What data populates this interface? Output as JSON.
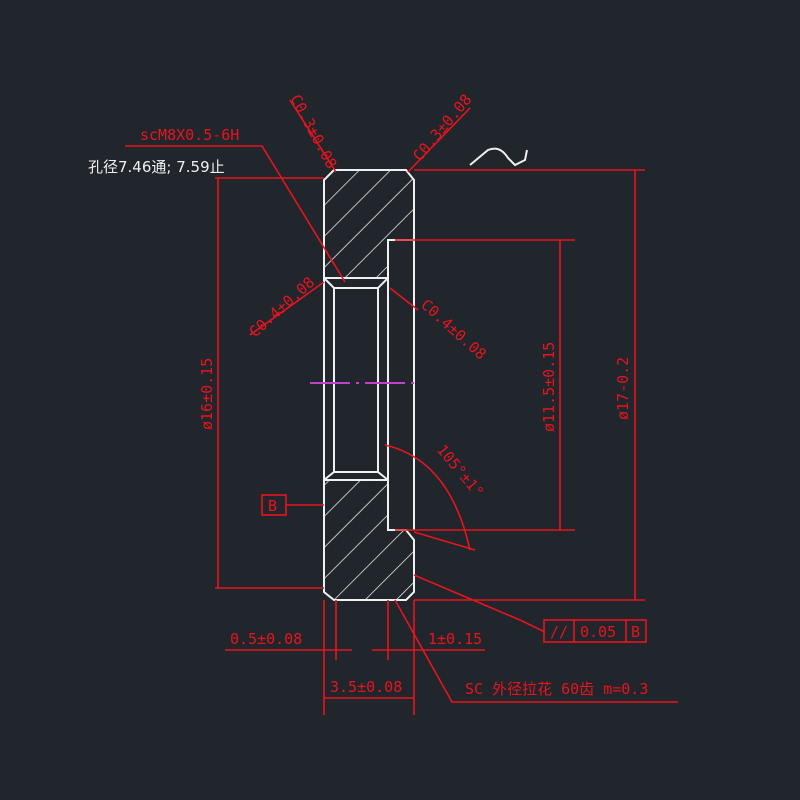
{
  "drawing": {
    "thread_spec": "scM8X0.5-6H",
    "hole_note": "孔径7.46通; 7.59止",
    "chamfer_top_left": "C0.3±0.08",
    "chamfer_top_right": "C0.3±0.08",
    "chamfer_bore_left": "C0.4±0.08",
    "chamfer_bore_right": "C0.4±0.08",
    "dia_16": "ø16±0.15",
    "dia_11_5": "ø11.5±0.15",
    "dia_17": "ø17-0.2",
    "angle": "105°±1°",
    "datum": "B",
    "dim_0_5": "0.5±0.08",
    "dim_1": "1±0.15",
    "dim_3_5": "3.5±0.08",
    "tolerance_symbol": "//",
    "tolerance_value": "0.05",
    "tolerance_datum": "B",
    "knurl_note": "SC 外径拉花  60齿 m=0.3"
  },
  "colors": {
    "background": "#21252c",
    "dimension": "#e8141e",
    "outline": "#f0f0f0",
    "centerline": "#c040d0"
  }
}
